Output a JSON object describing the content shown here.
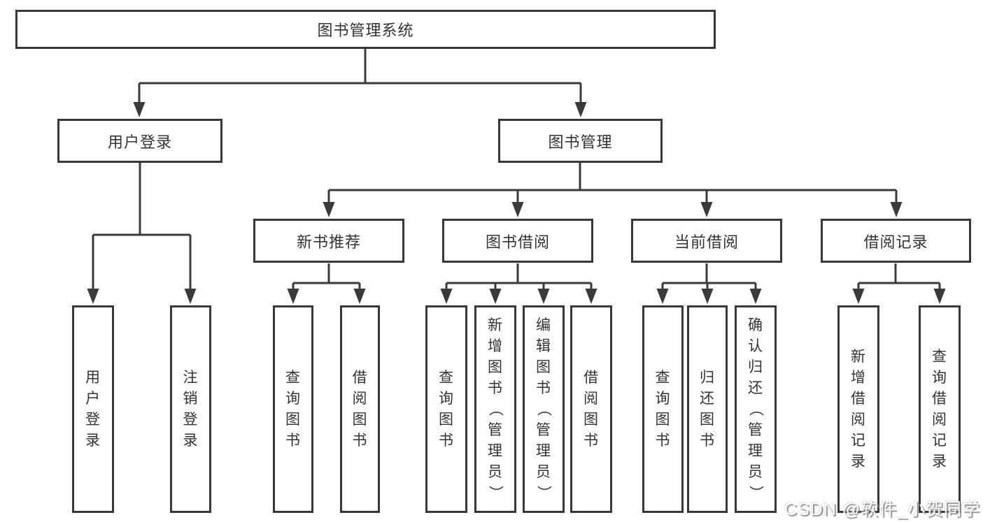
{
  "colors": {
    "background": "#ffffff",
    "line": "#3a3a3a",
    "box_border": "#383838",
    "text": "#333333"
  },
  "tree": {
    "root": {
      "label": "图书管理系统"
    },
    "level2": [
      {
        "id": "user-login",
        "label": "用户登录"
      },
      {
        "id": "book-mgmt",
        "label": "图书管理"
      }
    ],
    "level3": [
      {
        "id": "new-book-rec",
        "label": "新书推荐",
        "parent": "图书管理"
      },
      {
        "id": "book-borrow",
        "label": "图书借阅",
        "parent": "图书管理"
      },
      {
        "id": "current-borrow",
        "label": "当前借阅",
        "parent": "图书管理"
      },
      {
        "id": "borrow-records",
        "label": "借阅记录",
        "parent": "图书管理"
      }
    ],
    "leaves": [
      {
        "id": "user-login-leaf",
        "label": "用户登录",
        "parent": "用户登录"
      },
      {
        "id": "logout-leaf",
        "label": "注销登录",
        "parent": "用户登录"
      },
      {
        "id": "query-book-rec",
        "label": "查询图书",
        "parent": "新书推荐"
      },
      {
        "id": "borrow-book-rec",
        "label": "借阅图书",
        "parent": "新书推荐"
      },
      {
        "id": "query-book-borrow",
        "label": "查询图书",
        "parent": "图书借阅"
      },
      {
        "id": "add-book",
        "label": "新增图书（管理员）",
        "parent": "图书借阅"
      },
      {
        "id": "edit-book",
        "label": "编辑图书（管理员）",
        "parent": "图书借阅"
      },
      {
        "id": "borrow-book",
        "label": "借阅图书",
        "parent": "图书借阅"
      },
      {
        "id": "query-book-current",
        "label": "查询图书",
        "parent": "当前借阅"
      },
      {
        "id": "return-book",
        "label": "归还图书",
        "parent": "当前借阅"
      },
      {
        "id": "confirm-return",
        "label": "确认归还（管理员）",
        "parent": "当前借阅"
      },
      {
        "id": "add-borrow-record",
        "label": "新增借阅记录",
        "parent": "借阅记录"
      },
      {
        "id": "query-borrow-record",
        "label": "查询借阅记录",
        "parent": "借阅记录"
      }
    ]
  },
  "watermark": {
    "text": "CSDN @软件_小贺同学"
  }
}
